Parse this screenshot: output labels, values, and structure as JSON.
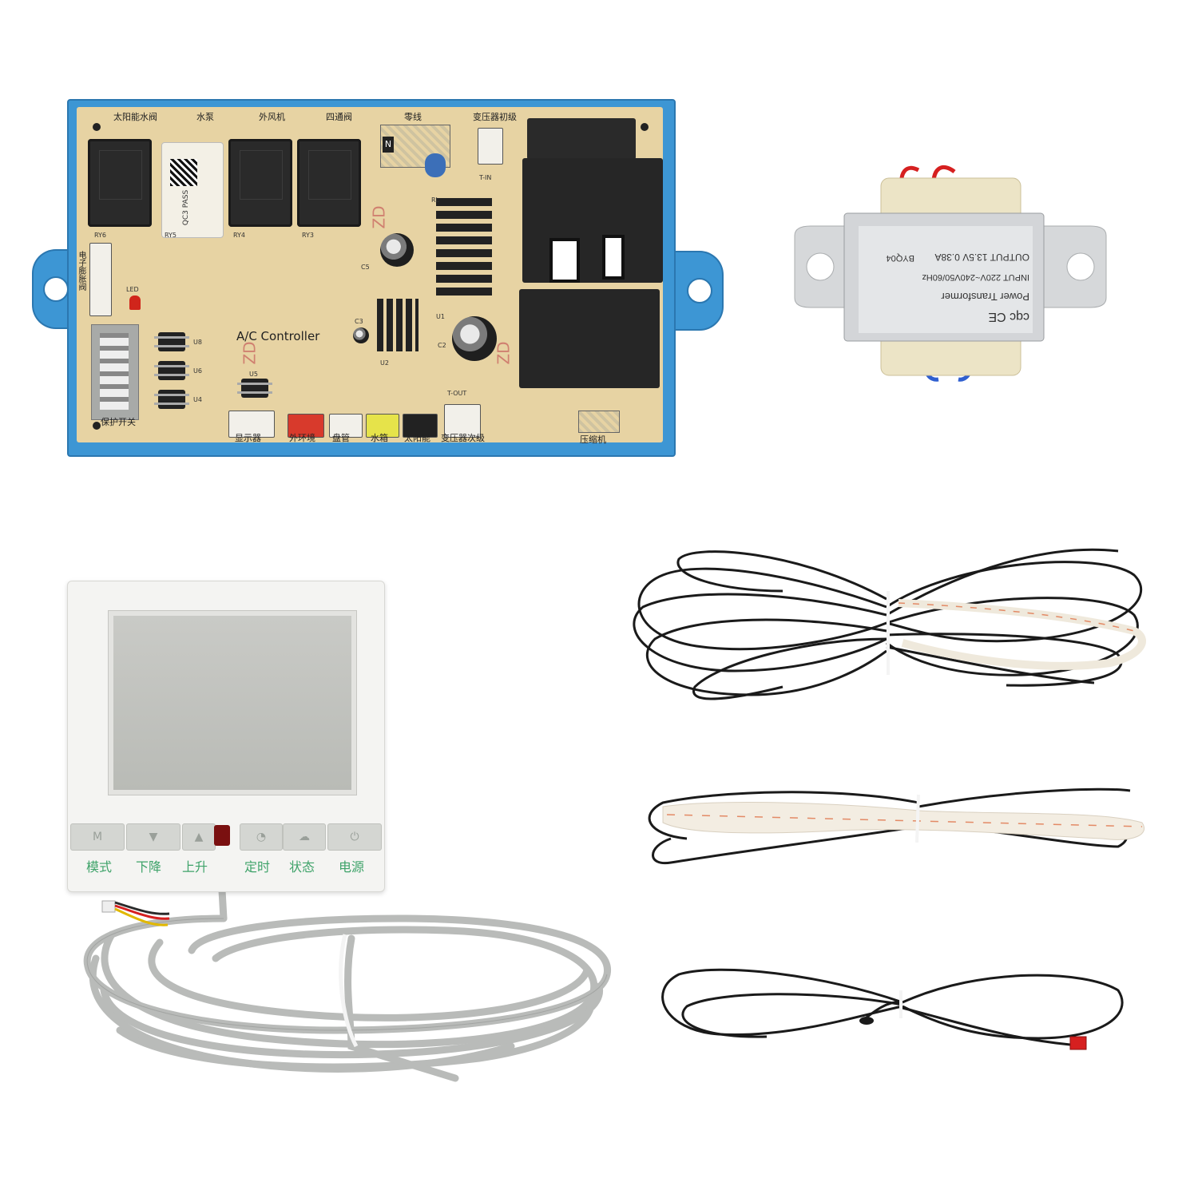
{
  "pcb": {
    "title": "A/C Controller",
    "relay_labels": [
      "太阳能水阀",
      "水泵",
      "外风机",
      "四通阀"
    ],
    "neutral_label": "零线",
    "neutral_letter": "N",
    "transformer_primary": "变压器初级",
    "relay_ids": [
      "RY6",
      "RY5",
      "RY4",
      "RY3"
    ],
    "side_labels": [
      "电子膨胀阀",
      "LED"
    ],
    "chip_ids": [
      "U8",
      "U6",
      "U4",
      "U5"
    ],
    "component_ids": [
      "C5",
      "C3",
      "C2",
      "U1",
      "U2",
      "RL"
    ],
    "t_in": "T-IN",
    "t_out": "T-OUT",
    "protection_switch": "保护开关",
    "connector_labels": [
      "显示器",
      "外环境",
      "盘管",
      "水箱",
      "太阳能",
      "变压器次级"
    ],
    "compressor_label": "压缩机",
    "zd_marks": [
      "ZD",
      "ZD",
      "ZD"
    ],
    "sticker_text": "QC3 PASS"
  },
  "transformer": {
    "brand": "cqc CE",
    "model": "BYQ04",
    "output": "OUTPUT 13.5V 0.38A",
    "input": "INPUT 220V~240V50/60Hz",
    "name": "Power Transformer"
  },
  "thermostat": {
    "button_icons": [
      "M",
      "▼",
      "▲",
      "",
      "◔",
      "☁",
      "⏻"
    ],
    "button_labels": [
      "模式",
      "下降",
      "上升",
      "定时",
      "状态",
      "电源"
    ]
  },
  "colors": {
    "pcb_frame": "#3d96d4",
    "pcb_board": "#e7d3a3",
    "thermostat_label": "#3fa36a",
    "cable_gray": "#b8bab8",
    "wire_black": "#1a1a1a"
  }
}
